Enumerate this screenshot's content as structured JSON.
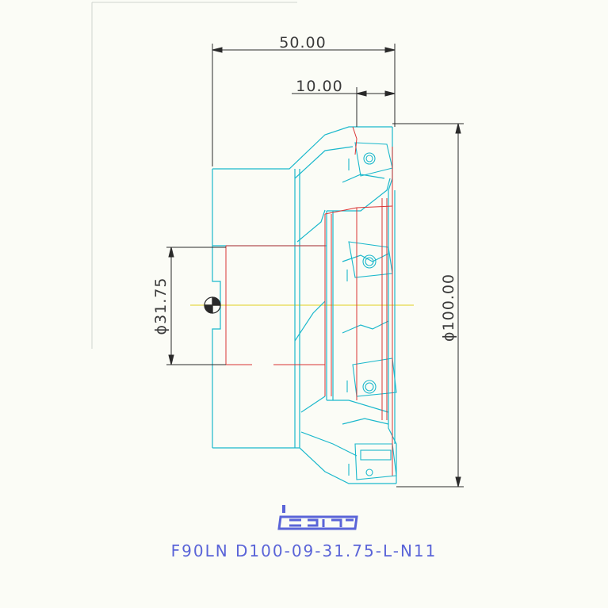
{
  "dimensions": {
    "overall_length": "50.00",
    "insert_offset": "10.00",
    "bore_diameter": "ϕ31.75",
    "cutting_diameter": "ϕ100.00"
  },
  "logo": {
    "brand": "iscar"
  },
  "part_code": "F90LN D100-09-31.75-L-N11",
  "colors": {
    "body_outline": "#1bb8cc",
    "hidden_lines": "#d93434",
    "dimension_lines": "#2a2a2a",
    "centerline": "#e6d84a",
    "label_text": "#5a64d8",
    "background": "#fbfcf6"
  }
}
